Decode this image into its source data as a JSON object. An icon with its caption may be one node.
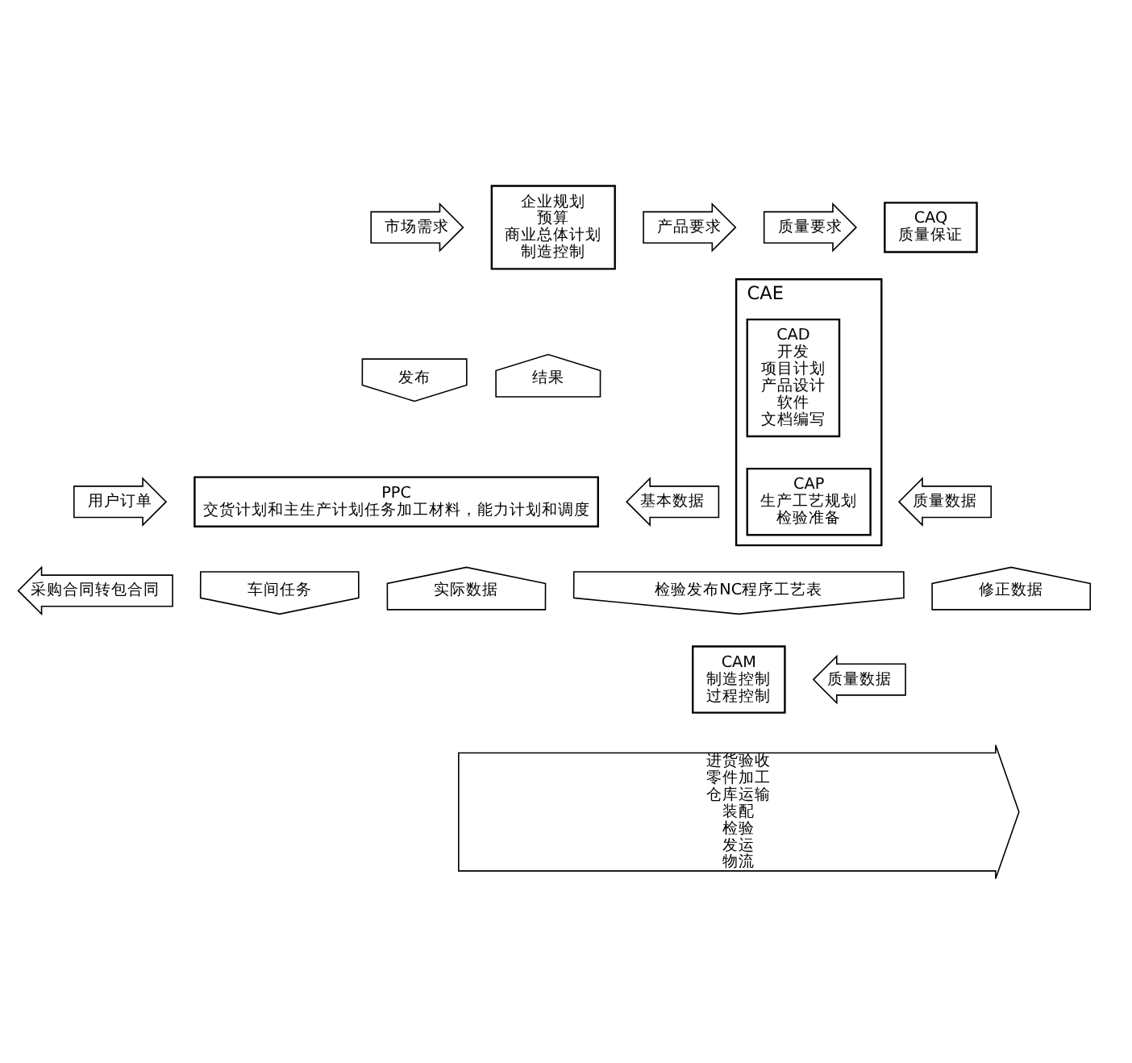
{
  "diagram": {
    "nodes": [
      {
        "text": [
          "CAE"
        ]
      },
      {
        "text": [
          "企业规划",
          "预算",
          "商业总体计划",
          "制造控制"
        ]
      },
      {
        "text": [
          "CAD",
          "开发",
          "项目计划",
          "产品设计",
          "软件",
          "文档编写"
        ],
        "in": 0
      },
      {
        "text": [
          "CAQ",
          "质量保证"
        ]
      },
      {
        "text": [
          "市场需求"
        ]
      },
      {
        "text": [
          "产品要求"
        ]
      },
      {
        "text": [
          "质量要求"
        ]
      },
      {
        "text": [
          "发布"
        ]
      },
      {
        "text": [
          "结果"
        ]
      },
      {
        "text": [
          "PPC",
          "交货计划和主生产计划任务加工材料，能力计划和调度"
        ]
      },
      {
        "text": [
          "CAP",
          "生产工艺规划",
          "检验准备"
        ],
        "in": 0
      },
      {
        "text": [
          "用户订单"
        ]
      },
      {
        "text": [
          "基本数据"
        ]
      },
      {
        "text": [
          "质量数据"
        ]
      },
      {
        "text": [
          "采购合同转包合同"
        ]
      },
      {
        "text": [
          "车间任务"
        ]
      },
      {
        "text": [
          "实际数据"
        ]
      },
      {
        "text": [
          "检验发布NC程序工艺表"
        ]
      },
      {
        "text": [
          "修正数据"
        ]
      },
      {
        "text": [
          "CAM",
          "制造控制",
          "过程控制"
        ]
      },
      {
        "text": [
          "质量数据"
        ]
      },
      {
        "text": [
          "进货验收",
          "零件加工",
          "仓库运输",
          "装配",
          "检验",
          "发运",
          "物流"
        ]
      }
    ]
  }
}
